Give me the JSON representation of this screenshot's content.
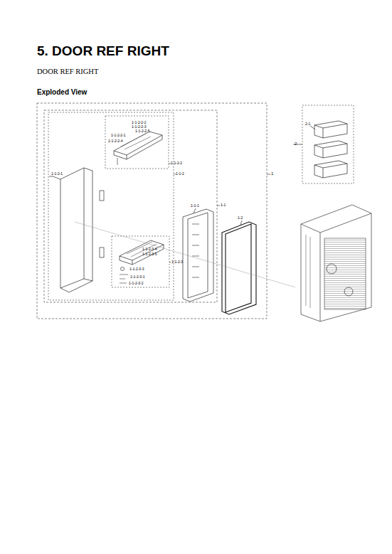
{
  "diagram": {
    "title": "5.  DOOR REF RIGHT",
    "labels": [
      "DOOR REF RIGHT",
      "Exploded View",
      "1",
      "1-1",
      "1-1-2",
      "1-1-2-2",
      "1-1-2-2-1",
      "1-1-2-2-2",
      "1-1-2-2-3",
      "1-1-2-2-4",
      "1-1-2-2-5",
      "1-1-2-1",
      "1-1-2-3",
      "1-1-2-3-1",
      "1-1-2-3-2",
      "1-1-2-3-3",
      "1-1-2-3-4",
      "1-1-2-3-5",
      "1-1-1",
      "1-2",
      "2",
      "2-1"
    ]
  }
}
